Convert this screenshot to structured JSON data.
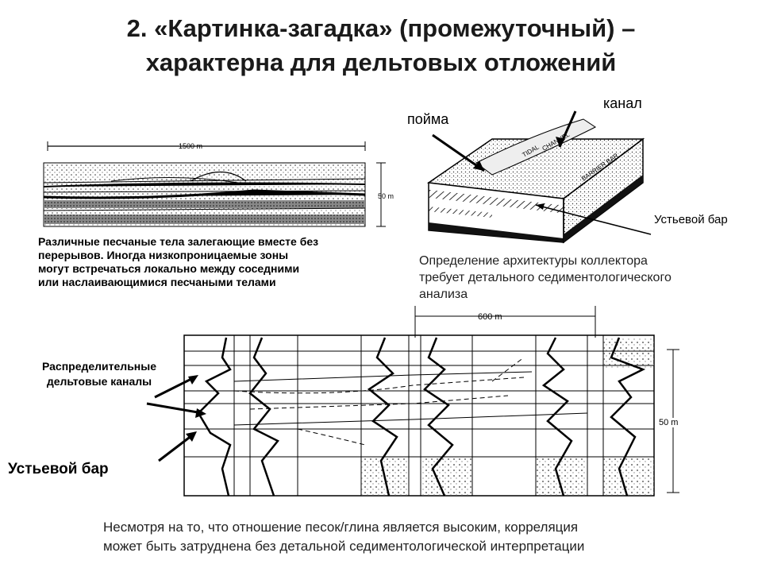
{
  "title": {
    "line1": "2. «Картинка-загадка» (промежуточный) –",
    "line2": "характерна для дельтовых отложений"
  },
  "left_section": {
    "scale_label": "1500 m",
    "height_label": "50 m",
    "caption_lines": [
      "Различные песчаные тела залегающие вместе без",
      "перерывов. Иногда низкопроницаемые зоны",
      "могут встречаться локально между соседними",
      "или наслаивающимися песчаными телами"
    ]
  },
  "block_diagram": {
    "label_poima": "пойма",
    "label_kanal": "канал",
    "label_ustevoy_bar": "Устьевой бар",
    "inner_label_tidal": "TIDAL",
    "inner_label_channel": "CHANNEL",
    "inner_label_barrier": "BARRIER BAR",
    "caption_lines": [
      "Определение архитектуры коллектора",
      "требует детального седиментологического",
      "анализа"
    ]
  },
  "log_panel": {
    "scale_label": "600 m",
    "height_label": "50 m",
    "label_channels_lines": [
      "Распределительные",
      "дельтовые каналы"
    ],
    "label_ustevoy_bar": "Устьевой бар"
  },
  "bottom_text": {
    "line1": "Несмотря на то, что отношение песок/глина является высоким, корреляция",
    "line2": "может быть затруднена без детальной седиментологической интерпретации"
  }
}
